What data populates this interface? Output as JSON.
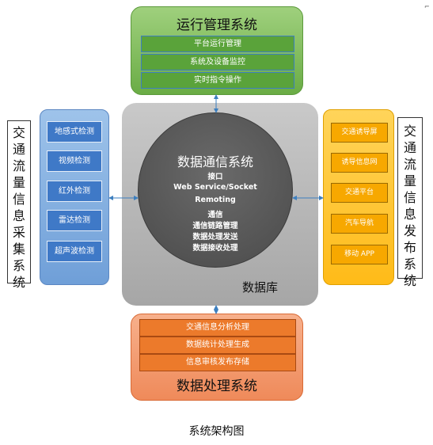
{
  "top": {
    "title": "运行管理系统",
    "items": [
      "平台运行管理",
      "系统及设备监控",
      "实时指令操作"
    ]
  },
  "center": {
    "circle_title": "数据通信系统",
    "lines": [
      "接口",
      "Web Service/Socket",
      "Remoting",
      "通信",
      "通信链路管理",
      "数据处理发送",
      "数据接收处理"
    ],
    "db_label": "数据库"
  },
  "left": {
    "label": "交通流量信息采集系统",
    "items": [
      "地感式检测",
      "视频检测",
      "红外检测",
      "雷达检测",
      "超声波检测"
    ]
  },
  "right": {
    "label": "交通流量信息发布系统",
    "items": [
      "交通诱导屏",
      "诱导信息网",
      "交通平台",
      "汽车导航",
      "移动 APP"
    ]
  },
  "bottom": {
    "title": "数据处理系统",
    "items": [
      "交通信息分析处理",
      "数据统计处理生成",
      "信息审核发布存储"
    ]
  },
  "caption": "系统架构图",
  "colors": {
    "arrow": "#3d7fbf"
  }
}
